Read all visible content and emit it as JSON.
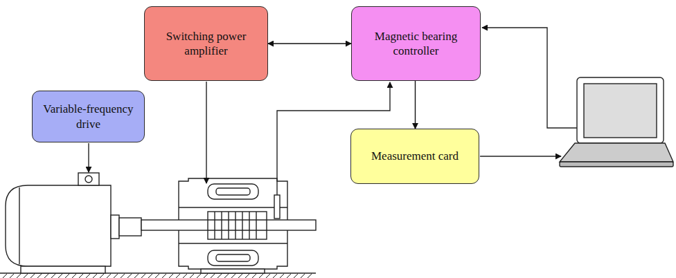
{
  "diagram": {
    "nodes": [
      {
        "text": [
          "Switching power amplifier"
        ]
      },
      {
        "text": [
          "Magnetic bearing controller"
        ]
      },
      {
        "text": [
          "Variable-frequency drive"
        ]
      },
      {
        "text": [
          "Measurement card"
        ]
      }
    ],
    "edges": [
      {
        "from": 0,
        "to": 1,
        "arrow": "both"
      },
      {
        "from": 1,
        "to": 3,
        "arrow": "to"
      }
    ]
  }
}
